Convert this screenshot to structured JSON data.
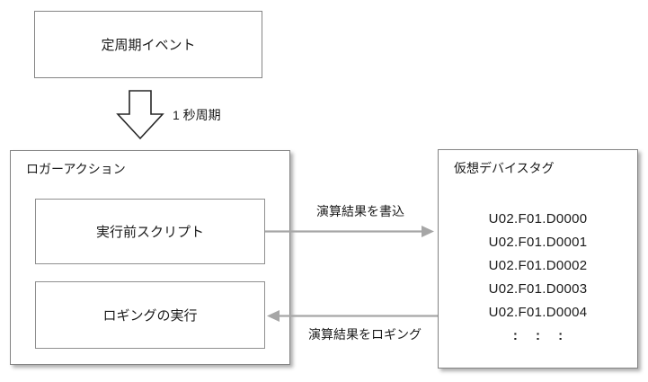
{
  "diagram": {
    "top_box": {
      "label": "定周期イベント"
    },
    "cycle_arrow": {
      "label": "1 秒周期"
    },
    "logger_box": {
      "title": "ロガーアクション",
      "steps": [
        {
          "label": "実行前スクリプト"
        },
        {
          "label": "ロギングの実行"
        }
      ]
    },
    "device_box": {
      "title": "仮想デバイスタグ",
      "tags": [
        "U02.F01.D0000",
        "U02.F01.D0001",
        "U02.F01.D0002",
        "U02.F01.D0003",
        "U02.F01.D0004"
      ],
      "ellipsis": ": : :"
    },
    "arrows": {
      "write": {
        "label": "演算結果を書込",
        "direction": "left-to-right"
      },
      "logging": {
        "label": "演算結果をロギング",
        "direction": "right-to-left"
      }
    },
    "colors": {
      "box_border": "#848484",
      "arrow_gray": "#a6a6a6",
      "text": "#1a1a1a",
      "block_arrow_outline": "#262626",
      "background": "#ffffff"
    }
  }
}
